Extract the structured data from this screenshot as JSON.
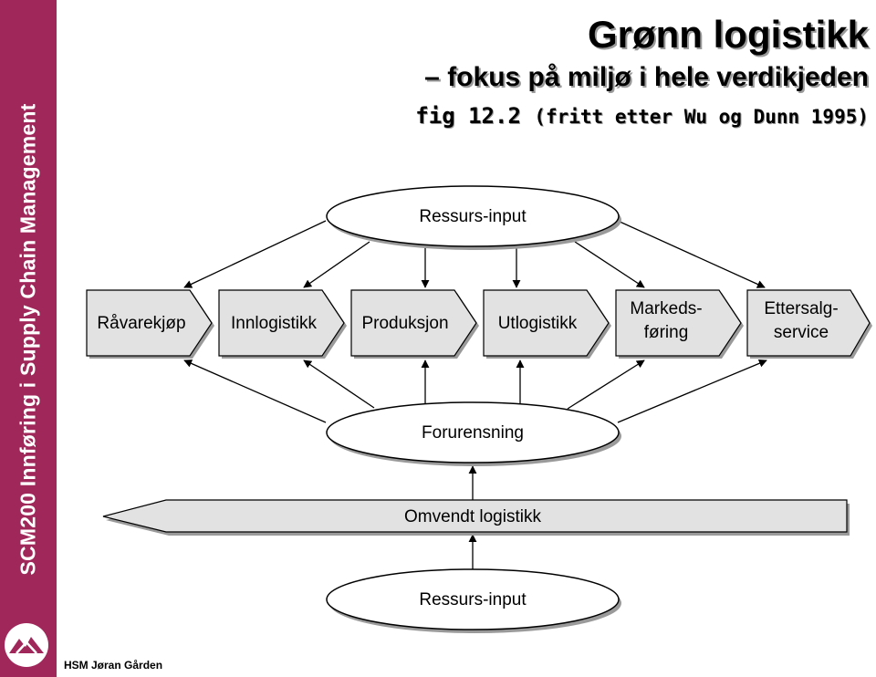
{
  "sidebar": {
    "label": "SCM200 Innføring i Supply Chain Management",
    "color": "#a0275a"
  },
  "logo": {
    "icon": "mountain-logo-icon"
  },
  "footer": {
    "author": "HSM Jøran Gården"
  },
  "header": {
    "title": "Grønn logistikk",
    "subtitle": "– fokus på miljø i hele verdikjeden",
    "fig_label": "fig 12.2",
    "fig_source": "(fritt etter Wu og Dunn 1995)"
  },
  "diagram": {
    "top_ellipse": "Ressurs-input",
    "middle_ellipse": "Forurensning",
    "bottom_ellipse": "Ressurs-input",
    "reverse_arrow": "Omvendt logistikk",
    "chain": [
      {
        "id": "ravarekjop",
        "lines": [
          "Råvarekjøp"
        ]
      },
      {
        "id": "innlogistikk",
        "lines": [
          "Innlogistikk"
        ]
      },
      {
        "id": "produksjon",
        "lines": [
          "Produksjon"
        ]
      },
      {
        "id": "utlogistikk",
        "lines": [
          "Utlogistikk"
        ]
      },
      {
        "id": "markedsforing",
        "lines": [
          "Markeds-",
          "føring"
        ]
      },
      {
        "id": "ettersalgservice",
        "lines": [
          "Ettersalg-",
          "service"
        ]
      }
    ]
  }
}
